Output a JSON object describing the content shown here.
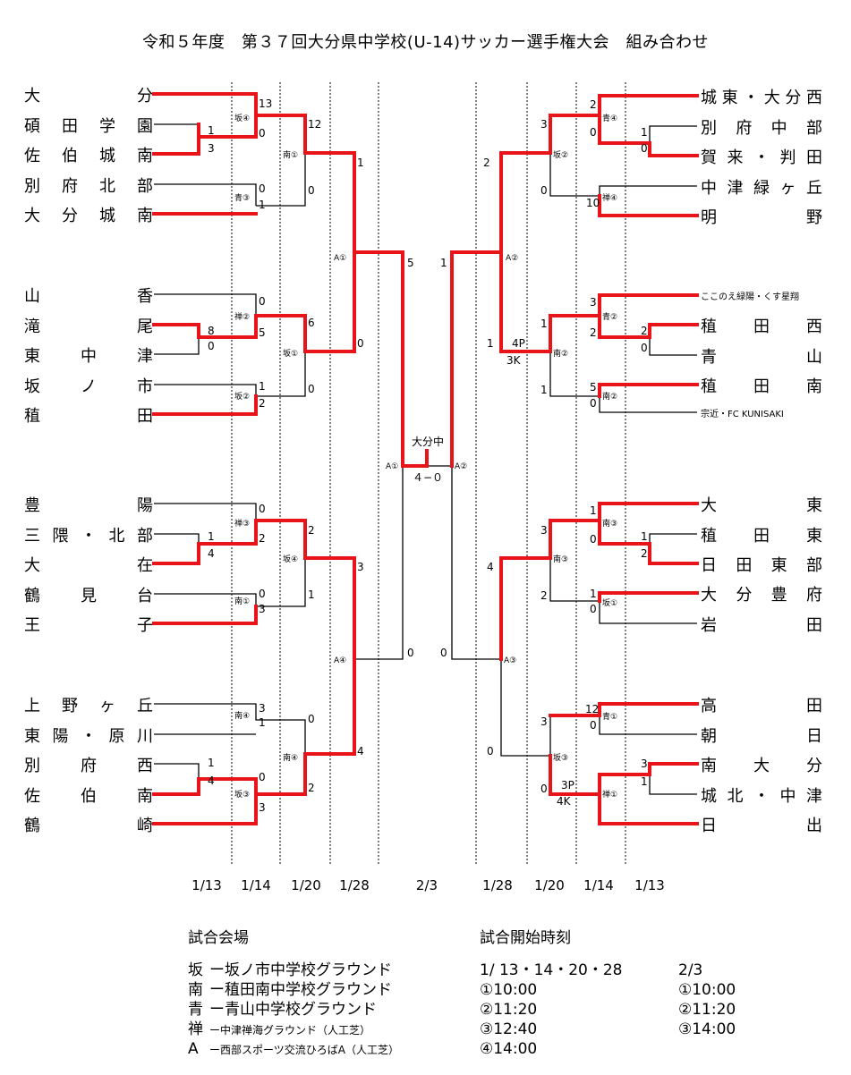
{
  "title": "令和５年度　第３７回大分県中学校(U-14)サッカー選手権大会　組み合わせ",
  "left_teams": [
    "大　分",
    "碩田学園",
    "佐伯城南",
    "別府北部",
    "大分城南",
    "山　香",
    "滝　尾",
    "東中津",
    "坂ノ市",
    "稙　田",
    "豊　陽",
    "三隈・北部",
    "大　在",
    "鶴見台",
    "王　子",
    "上野ヶ丘",
    "東陽・原川",
    "別府西",
    "佐　伯　南",
    "鶴　崎"
  ],
  "right_teams": [
    "城東・大分西",
    "別府中部",
    "賀来・判田",
    "中津緑ヶ丘",
    "明　野",
    "ここのえ緑陽・くす星翔",
    "稙田西",
    "青　山",
    "稙田南",
    "宗近・FC KUNISAKI",
    "大　東",
    "稙田東",
    "日田東部",
    "大分豊府",
    "岩　田",
    "高　田",
    "朝　日",
    "南大分",
    "城北・中津",
    "日　出"
  ],
  "scores": {
    "l1": [
      "13",
      "0",
      "1",
      "3",
      "0",
      "1"
    ],
    "l2": [
      "0",
      "8",
      "5",
      "0",
      "1",
      "2"
    ],
    "l3": [
      "0",
      "1",
      "2",
      "4",
      "0",
      "3"
    ],
    "l4": [
      "3",
      "1",
      "1",
      "4",
      "0",
      "3"
    ],
    "lq": [
      "12",
      "0",
      "6",
      "0",
      "2",
      "1",
      "0",
      "2"
    ],
    "ls": [
      "1",
      "0",
      "3",
      "4"
    ],
    "lsf": [
      "5",
      "0"
    ],
    "r1": [
      "2",
      "0",
      "1",
      "0",
      "10"
    ],
    "r2": [
      "3",
      "2",
      "2",
      "0",
      "5",
      "0"
    ],
    "r3": [
      "1",
      "0",
      "1",
      "2",
      "1",
      "0"
    ],
    "r4": [
      "12",
      "0",
      "3",
      "1"
    ],
    "rq": [
      "3",
      "0",
      "1",
      "1",
      "3",
      "2",
      "3",
      "0"
    ],
    "rq_pk": [
      "4P",
      "3K",
      "3P",
      "4K"
    ],
    "rs": [
      "2",
      "1",
      "4",
      "0"
    ],
    "rsf": [
      "1",
      "0"
    ]
  },
  "venue_marks": {
    "l": [
      "坂④",
      "青③",
      "禅②",
      "坂②",
      "禅③",
      "南①",
      "南④",
      "坂③",
      "南①",
      "坂①",
      "坂④",
      "南④",
      "A①",
      "A④",
      "A①"
    ],
    "r": [
      "青④",
      "禅④",
      "青②",
      "南②",
      "南③",
      "坂①",
      "青①",
      "禅①",
      "坂②",
      "南②",
      "南③",
      "坂③",
      "A②",
      "A③",
      "A②"
    ]
  },
  "final": {
    "winner": "大分中",
    "score": "４−０"
  },
  "dates": [
    "1/13",
    "1/14",
    "1/20",
    "1/28",
    "2/3",
    "1/28",
    "1/20",
    "1/14",
    "1/13"
  ],
  "venues": {
    "heading": "試合会場",
    "items": [
      {
        "code": "坂",
        "name": "ー坂ノ市中学校グラウンド"
      },
      {
        "code": "南",
        "name": "ー稙田南中学校グラウンド"
      },
      {
        "code": "青",
        "name": "ー青山中学校グラウンド"
      },
      {
        "code": "禅",
        "name": "ー中津禅海グラウンド（人工芝）"
      },
      {
        "code": "A",
        "name": "ー西部スポーツ交流ひろばA（人工芝）"
      }
    ]
  },
  "times": {
    "heading": "試合開始時刻",
    "dates_a": "1/ 13・14・20・28",
    "dates_b": "2/3",
    "col_a": [
      "①10:00",
      "②11:20",
      "③12:40",
      "④14:00"
    ],
    "col_b": [
      "①10:00",
      "②11:20",
      "③14:00"
    ]
  }
}
